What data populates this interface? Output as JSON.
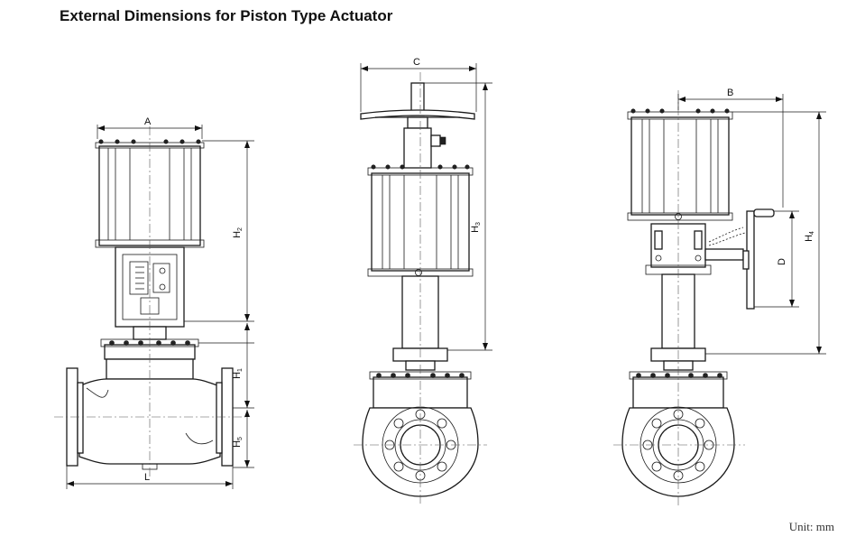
{
  "title": "External Dimensions for Piston Type Actuator",
  "unit": "Unit: mm",
  "labels": {
    "A": "A",
    "B": "B",
    "C": "C",
    "D": "D",
    "L": "L",
    "H1": "H",
    "H1_sub": "1",
    "H2": "H",
    "H2_sub": "2",
    "H3": "H",
    "H3_sub": "3",
    "H4": "H",
    "H4_sub": "4",
    "H5": "H",
    "H5_sub": "5"
  }
}
